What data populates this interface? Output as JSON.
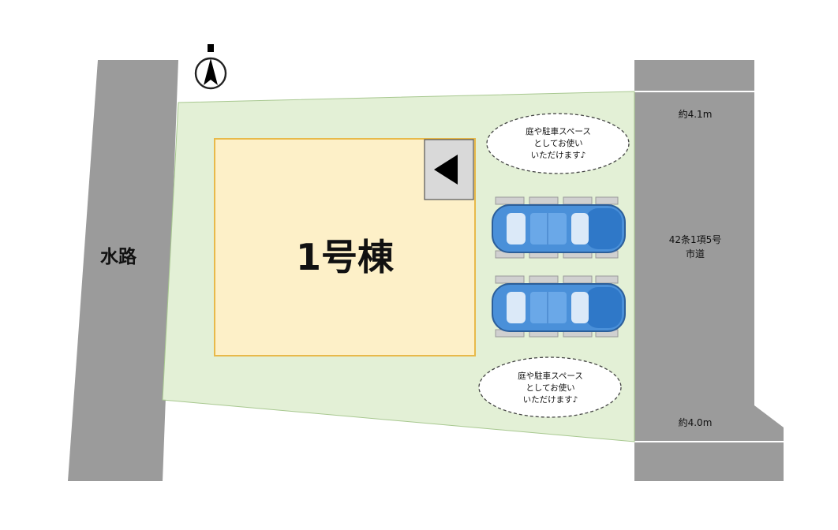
{
  "labels": {
    "waterway": "水路",
    "building": "1号棟",
    "road_width_top": "約4.1m",
    "road_width_bottom": "約4.0m",
    "road_name_line1": "42条1項5号",
    "road_name_line2": "市道"
  },
  "bubble_top": [
    "庭や駐車スペース",
    "としてお使い",
    "いただけます♪"
  ],
  "bubble_bottom": [
    "庭や駐車スペース",
    "としてお使い",
    "いただけます♪"
  ],
  "icons": {
    "north": "north-arrow-icon",
    "entrance": "entrance-arrow-icon",
    "car": "car-icon"
  },
  "colors": {
    "lot": "#e3f0d6",
    "building": "#fdf0c8",
    "building_border": "#e8b94a",
    "road": "#9b9b9b",
    "car": "#4a90d9"
  }
}
